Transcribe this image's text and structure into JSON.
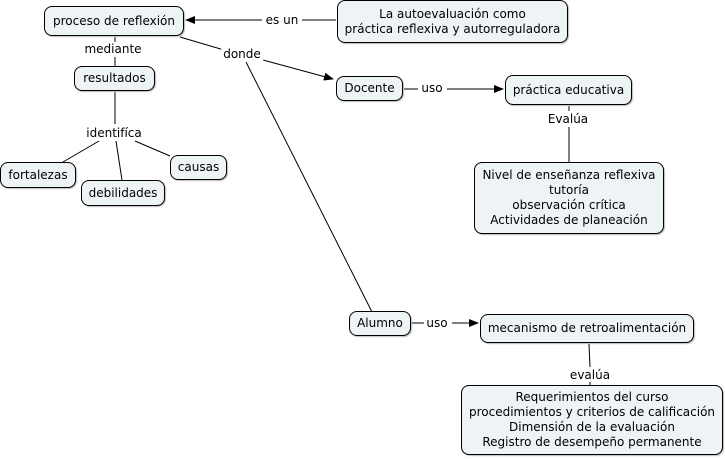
{
  "concepts": {
    "proceso": "proceso de reflexión",
    "autoevaluacion": [
      "La autoevaluación como",
      "práctica reflexiva y autorreguladora"
    ],
    "resultados": "resultados",
    "fortalezas": "fortalezas",
    "debilidades": "debilidades",
    "causas": "causas",
    "docente": "Docente",
    "practica": "práctica educativa",
    "nivel": [
      "Nivel de enseñanza reflexiva",
      "tutoría",
      "observación crítica",
      "Actividades de planeación"
    ],
    "alumno": "Alumno",
    "mecanismo": "mecanismo de retroalimentación",
    "requerimientos": [
      "Requerimientos del curso",
      "procedimientos y criterios de calificación",
      "Dimensión de la evaluación",
      "Registro de desempeño permanente"
    ]
  },
  "links": {
    "es_un": "es un",
    "mediante": "mediante",
    "donde": "donde",
    "identifica": "identifíca",
    "uso_docente": "uso",
    "evalua_docente": "Evalúa",
    "uso_alumno": "uso",
    "evalua_alumno": "evalúa"
  }
}
